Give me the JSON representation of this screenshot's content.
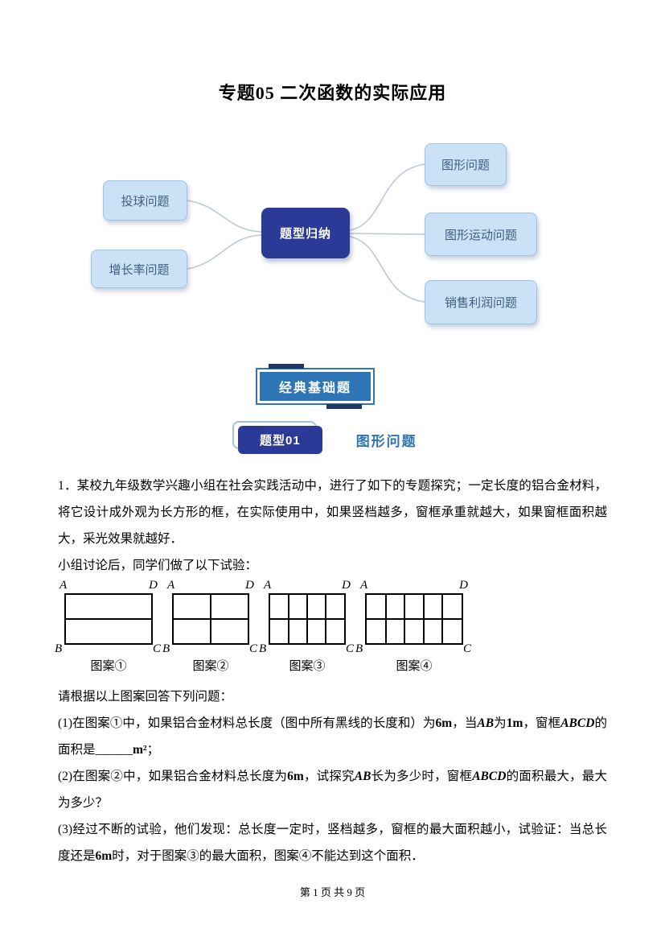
{
  "doc": {
    "title": "专题05 二次函数的实际应用",
    "footer": "第 1 页 共 9 页"
  },
  "colors": {
    "navy": "#2b3a97",
    "navy-dark": "#1f3864",
    "banner-blue": "#2e75b6",
    "leaf-bg": "#cbe2f6",
    "leaf-border": "#9cc3e5",
    "leaf-text": "#3f5c80",
    "heading-blue": "#2e74b5",
    "connector": "#bcc8d6"
  },
  "mindmap": {
    "center": "题型归纳",
    "nodes_left": [
      "投球问题",
      "增长率问题"
    ],
    "nodes_right": [
      "图形问题",
      "图形运动问题",
      "销售利润问题"
    ]
  },
  "section": {
    "banner": "经典基础题",
    "type_badge": "题型01",
    "type_title": "图形问题"
  },
  "problem": {
    "intro": [
      {
        "t": "1．某校九年级数学兴趣小组在社会实践活动中，进行了如下的专题探究；一定长度的铝合金材料，将它设计成外观为长方形的框，在实际使用中，如果竖档越多，窗框承重就越大，如果窗框面积越大，采光效果就越好．"
      }
    ],
    "line2": "小组讨论后，同学们做了以下试验：",
    "figures": [
      {
        "caption": "图案①",
        "columns": 1,
        "rows": 2,
        "corner_tl": "A",
        "corner_tr": "D",
        "corner_bl": "B",
        "corner_br": "C"
      },
      {
        "caption": "图案②",
        "columns": 2,
        "rows": 2,
        "corner_tl": "A",
        "corner_tr": "D",
        "corner_bl": "B",
        "corner_br": "C"
      },
      {
        "caption": "图案③",
        "columns": 4,
        "rows": 2,
        "corner_tl": "A",
        "corner_tr": "D",
        "corner_bl": "B",
        "corner_br": "C"
      },
      {
        "caption": "图案④",
        "columns": 5,
        "rows": 2,
        "corner_tl": "A",
        "corner_tr": "D",
        "corner_bl": "B",
        "corner_br": "C"
      }
    ],
    "prompt": "请根据以上图案回答下列问题：",
    "questions": [
      {
        "runs": [
          {
            "t": "(1)在图案①中，如果铝合金材料总长度（图中所有黑线的长度和）为"
          },
          {
            "t": "6m",
            "b": true
          },
          {
            "t": "，当"
          },
          {
            "t": "AB",
            "b": true,
            "i": true
          },
          {
            "t": "为"
          },
          {
            "t": "1m",
            "b": true
          },
          {
            "t": "，窗框"
          },
          {
            "t": "ABCD",
            "b": true,
            "i": true
          },
          {
            "t": "的面积是______"
          },
          {
            "t": "m²",
            "b": true
          },
          {
            "t": "；"
          }
        ]
      },
      {
        "runs": [
          {
            "t": "(2)在图案②中，如果铝合金材料总长度为"
          },
          {
            "t": "6m",
            "b": true
          },
          {
            "t": "，试探究"
          },
          {
            "t": "AB",
            "b": true,
            "i": true
          },
          {
            "t": "长为多少时，窗框"
          },
          {
            "t": "ABCD",
            "b": true,
            "i": true
          },
          {
            "t": "的面积最大，最大为多少？"
          }
        ]
      },
      {
        "runs": [
          {
            "t": "(3)经过不断的试验，他们发现：总长度一定时，竖档越多，窗框的最大面积越小，试验证：当总长度还是"
          },
          {
            "t": "6m",
            "b": true
          },
          {
            "t": "时，对于图案③的最大面积，图案④不能达到这个面积．"
          }
        ]
      }
    ]
  }
}
